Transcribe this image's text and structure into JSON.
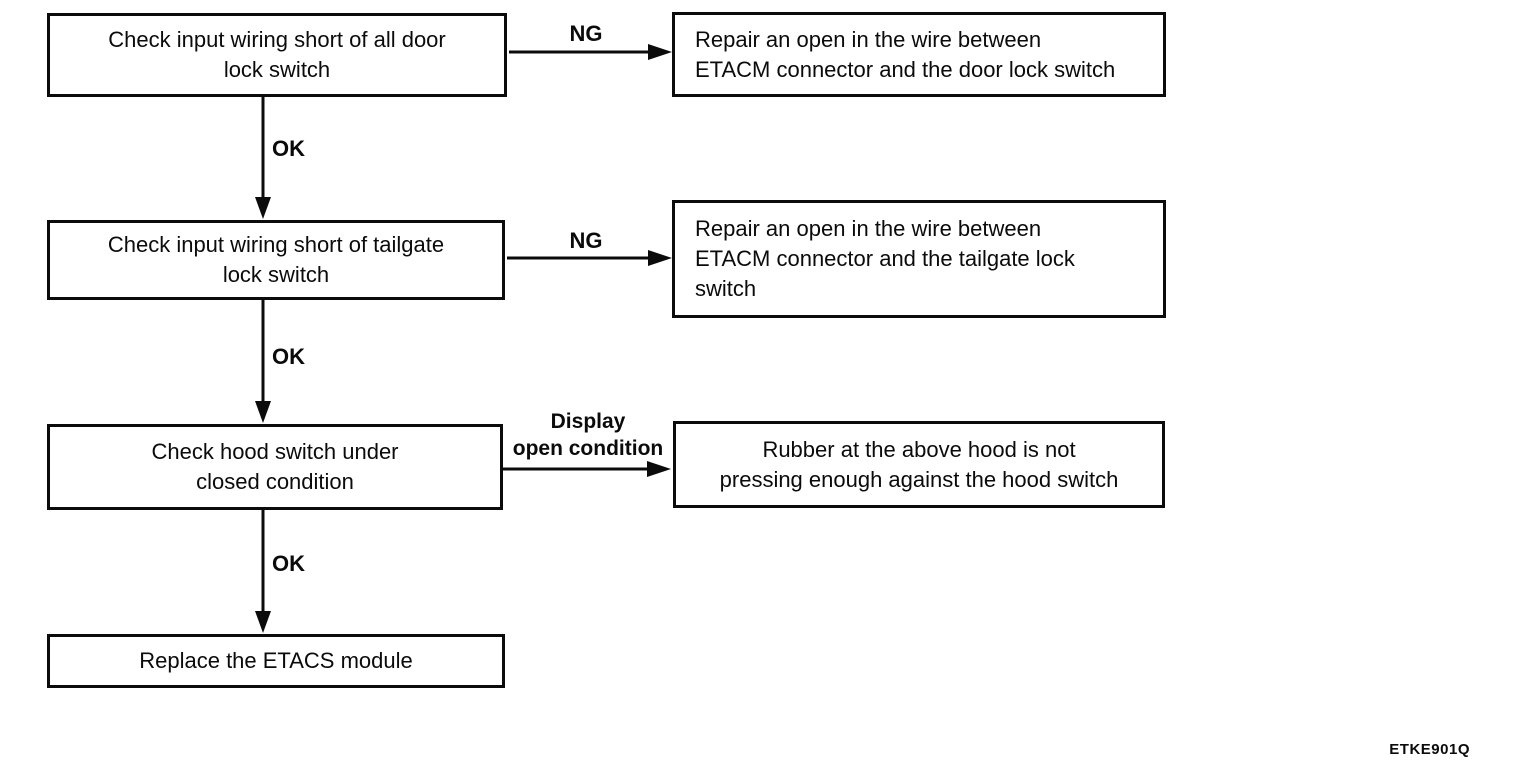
{
  "figure": {
    "code": "ETKE901Q"
  },
  "nodes": [
    {
      "id": "check-door-lock-switch",
      "label": "Check input wiring short of all door\nlock switch"
    },
    {
      "id": "repair-door-lock-wire",
      "label": "Repair an open in the wire between\nETACM connector and the door lock switch"
    },
    {
      "id": "check-tailgate-lock-switch",
      "label": "Check input wiring short of tailgate\nlock switch"
    },
    {
      "id": "repair-tailgate-lock-wire",
      "label": "Repair an open in the wire between\nETACM connector and the tailgate lock\nswitch"
    },
    {
      "id": "check-hood-switch",
      "label": "Check hood switch under\nclosed condition"
    },
    {
      "id": "rubber-hood-note",
      "label": "Rubber at the above hood is not\npressing enough against the hood switch"
    },
    {
      "id": "replace-etacs-module",
      "label": "Replace the ETACS module"
    }
  ],
  "edge_labels": {
    "ng1": "NG",
    "ok1": "OK",
    "ng2": "NG",
    "ok2": "OK",
    "display_open": "Display\nopen condition",
    "ok3": "OK"
  },
  "colors": {
    "line": "#0b0b0b",
    "background": "#ffffff",
    "text": "#0b0b0b"
  }
}
